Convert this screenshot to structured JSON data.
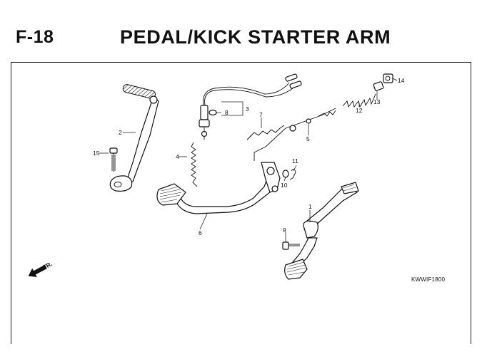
{
  "header": {
    "code": "F-18",
    "title": "PEDAL/KICK STARTER ARM",
    "ref_code": "KWWIF1800"
  },
  "front_indicator": "FR.",
  "callouts": [
    "1",
    "2",
    "3",
    "4",
    "5",
    "6",
    "7",
    "8",
    "9",
    "10",
    "11",
    "12",
    "13",
    "14",
    "15"
  ],
  "icons": {
    "front_arrow": "arrow-left-down-icon"
  }
}
